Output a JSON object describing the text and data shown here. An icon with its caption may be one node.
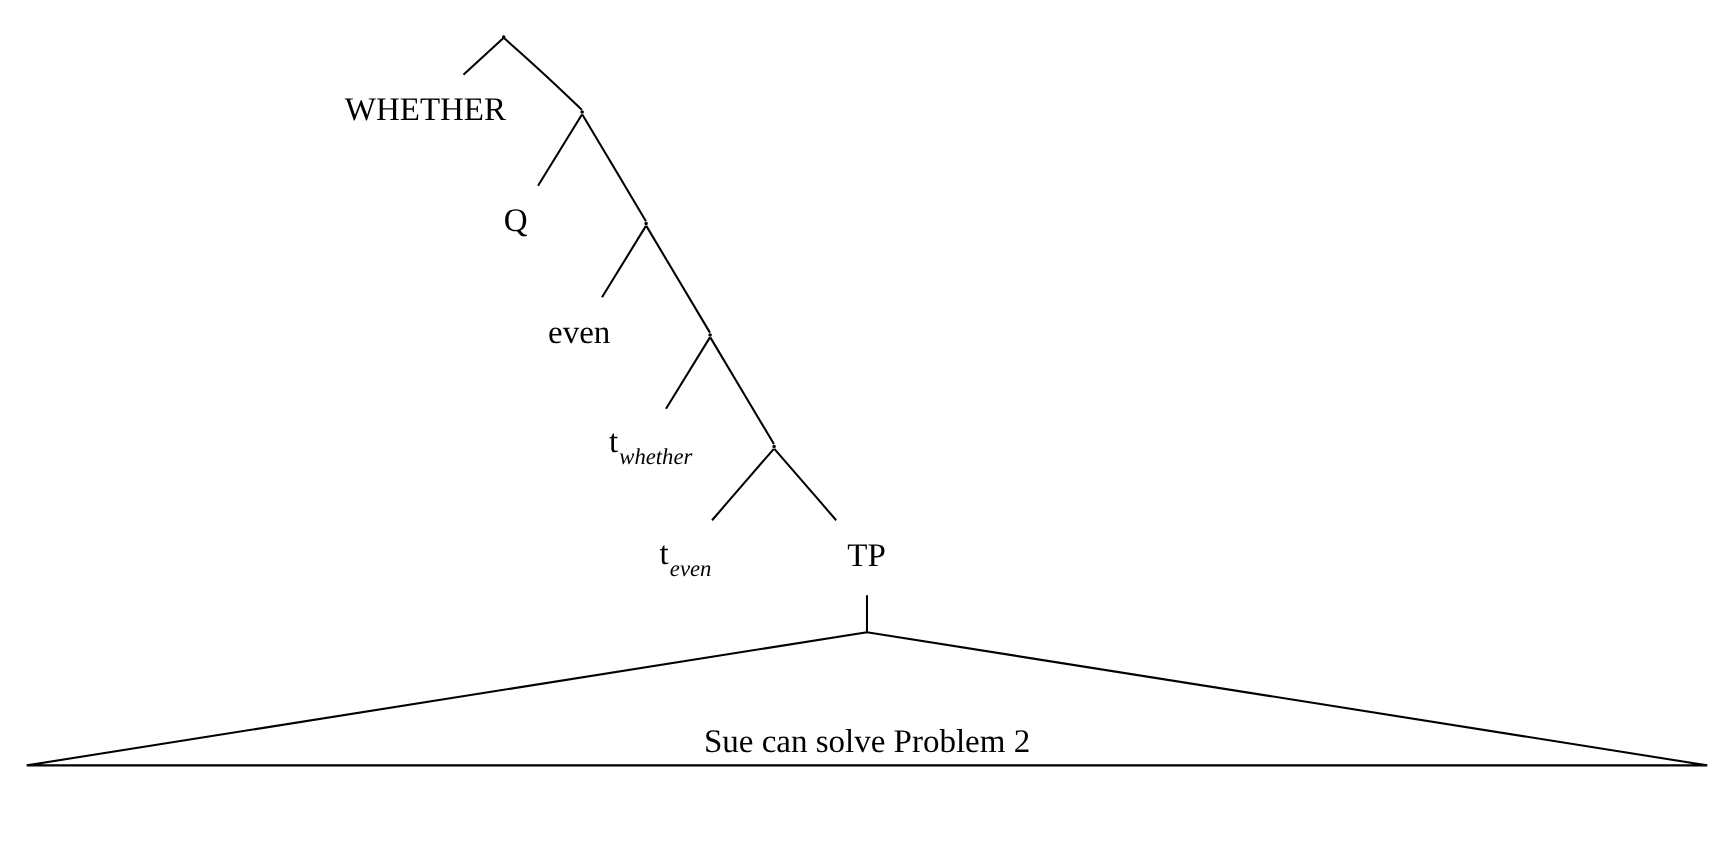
{
  "diagram": {
    "nodes": [
      {
        "text": [],
        "shape": "point"
      },
      {
        "text": [
          "WHETHER"
        ]
      },
      {
        "text": [],
        "shape": "point"
      },
      {
        "text": [
          "Q"
        ]
      },
      {
        "text": [],
        "shape": "point"
      },
      {
        "text": [
          "even"
        ]
      },
      {
        "text": [],
        "shape": "point"
      },
      {
        "text": [
          "t$_{whether}$"
        ]
      },
      {
        "text": [],
        "shape": "point"
      },
      {
        "text": [
          "t$_{even}$"
        ]
      },
      {
        "text": [
          "TP"
        ]
      },
      {
        "text": [
          "Sue can solve Problem 2"
        ]
      }
    ],
    "edges": [
      {
        "from": 0,
        "to": 1,
        "arrow": "none"
      },
      {
        "from": 0,
        "to": 2,
        "arrow": "none"
      },
      {
        "from": 2,
        "to": 3,
        "arrow": "none"
      },
      {
        "from": 2,
        "to": 4,
        "arrow": "none"
      },
      {
        "from": 4,
        "to": 5,
        "arrow": "none"
      },
      {
        "from": 4,
        "to": 6,
        "arrow": "none"
      },
      {
        "from": 6,
        "to": 7,
        "arrow": "none"
      },
      {
        "from": 6,
        "to": 8,
        "arrow": "none"
      },
      {
        "from": 8,
        "to": 9,
        "arrow": "none"
      },
      {
        "from": 8,
        "to": 10,
        "arrow": "none"
      },
      {
        "from": 10,
        "to": 11,
        "arrow": "none"
      }
    ]
  }
}
